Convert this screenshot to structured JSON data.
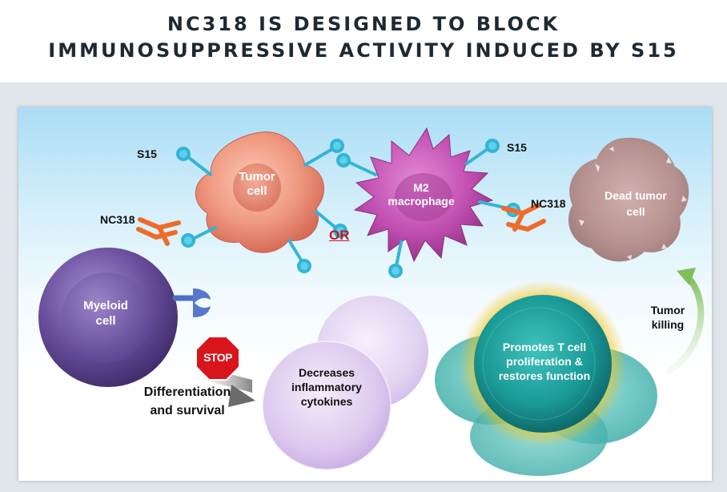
{
  "title": {
    "line1": "NC318 IS DESIGNED TO BLOCK",
    "line2": "IMMUNOSUPPRESSIVE ACTIVITY INDUCED BY S15"
  },
  "diagram": {
    "tumor_cell": {
      "line1": "Tumor",
      "line2": "cell"
    },
    "s15_left": "S15",
    "nc318_left": "NC318",
    "or": "OR",
    "macrophage": {
      "line1": "M2",
      "line2": "macrophage"
    },
    "s15_right": "S15",
    "nc318_right": "NC318",
    "dead_tumor": {
      "line1": "Dead tumor",
      "line2": "cell"
    },
    "myeloid": {
      "line1": "Myeloid",
      "line2": "cell"
    },
    "stop": "STOP",
    "differentiation": {
      "line1": "Differentiation",
      "line2": "and survival"
    },
    "cytokines": {
      "line1": "Decreases",
      "line2": "inflammatory",
      "line3": "cytokines"
    },
    "tcell": {
      "line1": "Promotes T cell",
      "line2": "proliferation &",
      "line3": "restores function"
    },
    "tumor_killing": {
      "line1": "Tumor",
      "line2": "killing"
    }
  },
  "colors": {
    "tumor": "#f09880",
    "macrophage": "#c54fb4",
    "myeloid": "#6a4f9e",
    "cytokine": "#dcc8ee",
    "tcell": "#1a9a97",
    "glow": "#f3c318",
    "antibody": "#ee6b2a",
    "receptor": "#33b4d6",
    "stop": "#d9141b",
    "arrow_green": "#8dc56a",
    "or_red": "#c4161c"
  }
}
